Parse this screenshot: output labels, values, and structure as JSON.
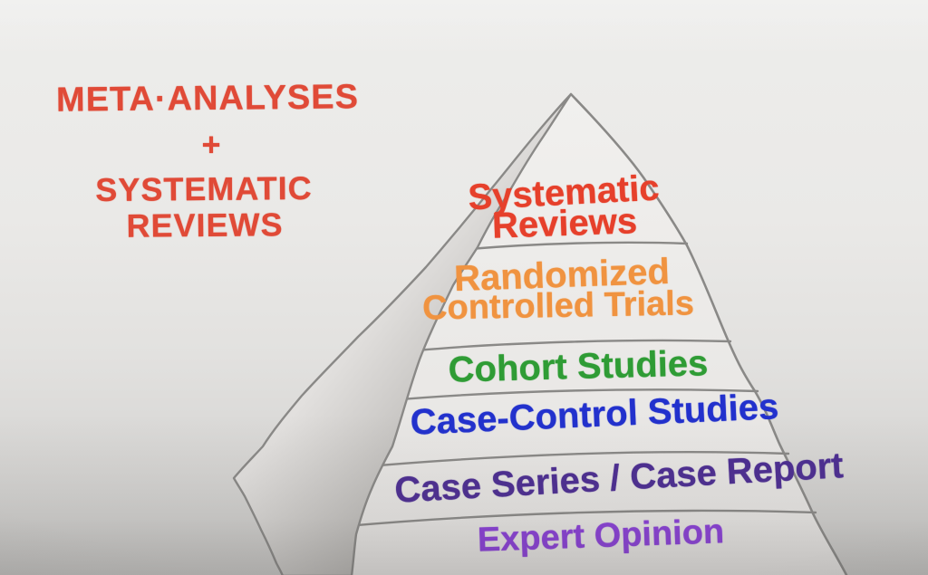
{
  "palette": {
    "background_top": "#ededeb",
    "background_bottom": "#c8c7c5",
    "outline": "#8a8987",
    "face_light": "#f1f0ee",
    "face_dark": "#e5e3e1",
    "curl_light": "#f4f3f1",
    "curl_mid": "#e2e0de",
    "curl_shadow": "#b2b0ad",
    "curl_edge": "#cbc9c6"
  },
  "annotation": {
    "color": "#e04a37",
    "lines": [
      "META·ANALYSES",
      "+",
      "SYSTEMATIC",
      "REVIEWS"
    ]
  },
  "pyramid": {
    "levels": [
      {
        "name": "systematic-reviews",
        "line1": "Systematic",
        "line2": "Reviews",
        "color": "#e6402b"
      },
      {
        "name": "randomized-controlled-trials",
        "line1": "Randomized",
        "line2": "Controlled Trials",
        "color": "#f09340"
      },
      {
        "name": "cohort-studies",
        "line1": "Cohort Studies",
        "color": "#2f9c35"
      },
      {
        "name": "case-control-studies",
        "line1": "Case-Control Studies",
        "color": "#2231cd"
      },
      {
        "name": "case-series-case-report",
        "line1": "Case Series / Case Report",
        "color": "#4c2d92"
      },
      {
        "name": "expert-opinion",
        "line1": "Expert Opinion",
        "color": "#8a3fd8"
      }
    ]
  }
}
